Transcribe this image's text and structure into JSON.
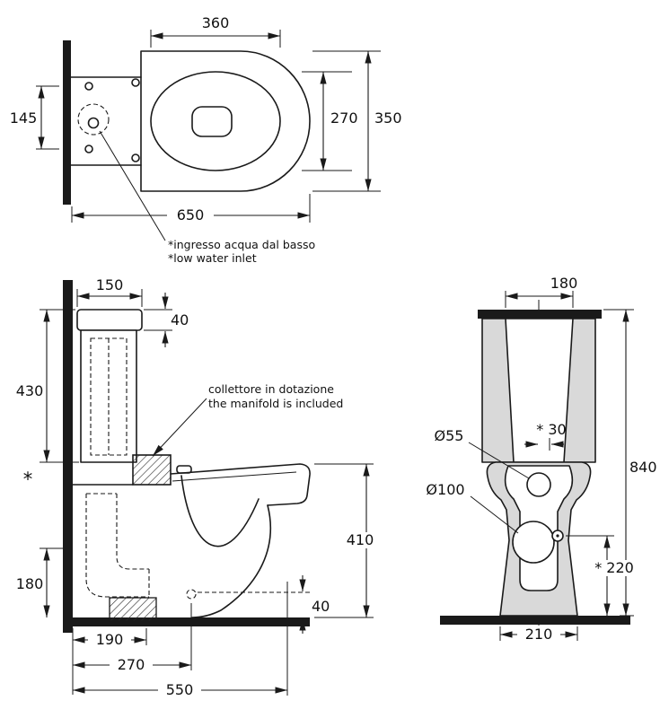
{
  "drawing": {
    "colors": {
      "line": "#1a1a1a",
      "fill_gray": "#d9d9d9",
      "background": "#ffffff"
    },
    "top_view": {
      "dim_seat_width": "360",
      "dim_bowl_inner_depth": "270",
      "dim_total_width": "350",
      "dim_holes_spacing": "145",
      "dim_total_depth": "650",
      "note_line1": "*ingresso acqua dal basso",
      "note_line2": "*low water inlet"
    },
    "side_view": {
      "dim_tank_depth": "150",
      "dim_lid_height": "40",
      "dim_tank_height": "430",
      "asterisk": "*",
      "dim_inlet_height": "180",
      "dim_seat_height": "410",
      "dim_outlet_height": "40",
      "dim_drain_distance": "190",
      "dim_outlet_distance": "270",
      "dim_overall_depth": "550",
      "note_line1": "collettore in dotazione",
      "note_line2": "the manifold is included"
    },
    "front_view": {
      "dim_tank_top_width": "180",
      "dim_total_height": "840",
      "dim_inlet_offset": "* 30",
      "dim_hole_small": "Ø55",
      "dim_hole_large": "Ø100",
      "dim_hole_height": "* 220",
      "dim_base_width": "210"
    }
  }
}
